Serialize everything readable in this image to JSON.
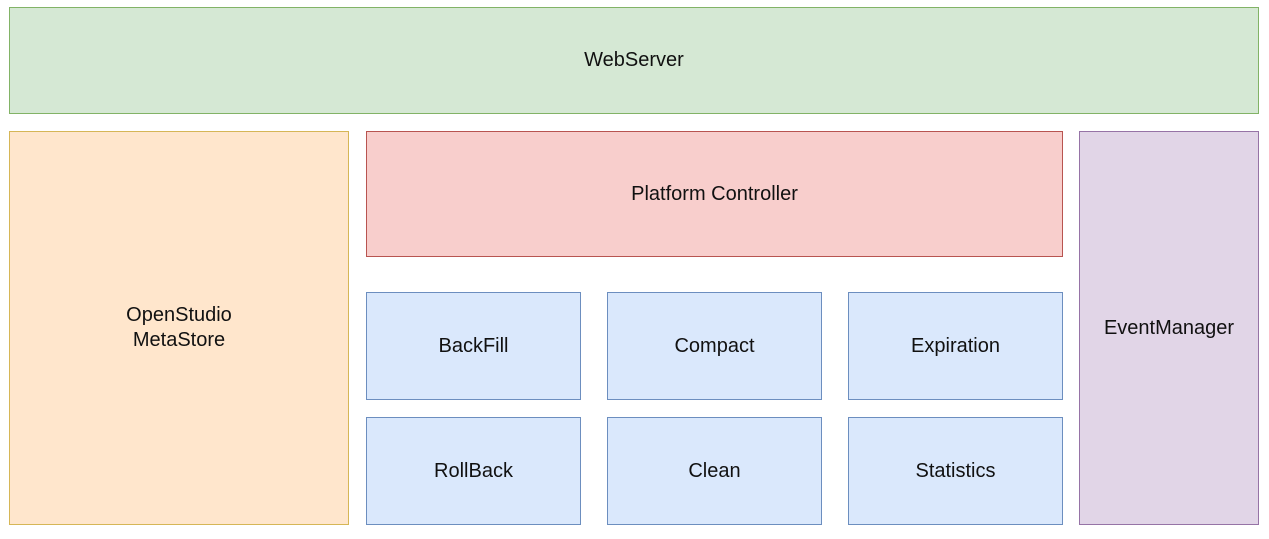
{
  "diagram": {
    "webserver": "WebServer",
    "metastore": "OpenStudio\nMetaStore",
    "platform_controller": "Platform Controller",
    "event_manager": "EventManager",
    "tasks": {
      "backfill": "BackFill",
      "compact": "Compact",
      "expiration": "Expiration",
      "rollback": "RollBack",
      "clean": "Clean",
      "statistics": "Statistics"
    }
  },
  "colors": {
    "webserver_fill": "#d5e8d4",
    "metastore_fill": "#ffe6cc",
    "controller_fill": "#f8cecc",
    "event_manager_fill": "#e1d5e7",
    "task_fill": "#dae8fc"
  }
}
